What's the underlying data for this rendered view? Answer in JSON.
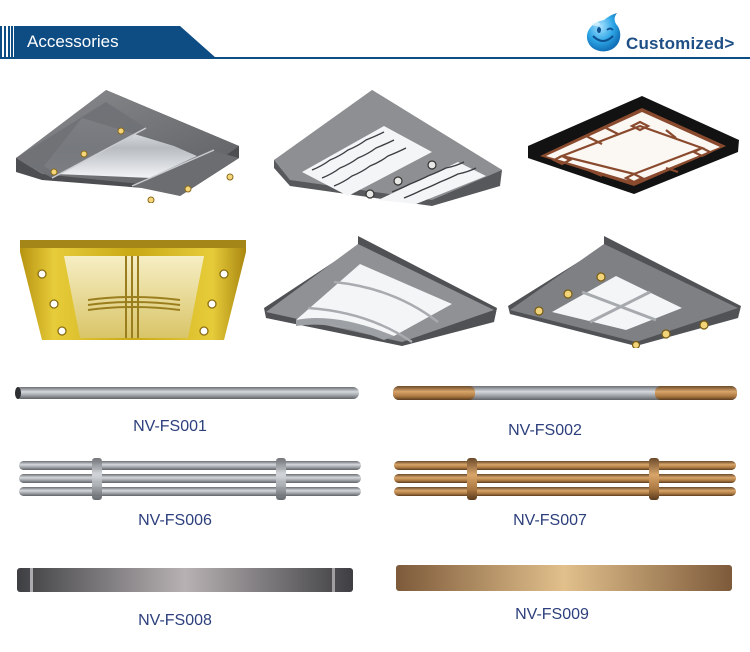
{
  "header": {
    "title": "Accessories",
    "customized_label": "Customized>",
    "mascot_icon": "smiling-water-drop-icon",
    "brand_color": "#0e4c84",
    "link_color": "#1e4f86"
  },
  "ceilings": [
    {
      "row": 1,
      "col": 1,
      "style": "stainless steel with mirror side panels, curved white light panel, 6 gold spotlights"
    },
    {
      "row": 1,
      "col": 2,
      "style": "grey frame with twisted-rope light panels and 3 center spotlights"
    },
    {
      "row": 1,
      "col": 3,
      "style": "black frame with rose-gold lattice light panel"
    },
    {
      "row": 2,
      "col": 1,
      "style": "gold finish with center light panel, striped cross, 6 spotlights"
    },
    {
      "row": 2,
      "col": 2,
      "style": "grey frame with curved white light panel"
    },
    {
      "row": 2,
      "col": 3,
      "style": "stainless steel with 4-pane cross light panel, 6 gold spotlights"
    }
  ],
  "handrails": [
    {
      "code": "NV-FS001",
      "type": "single round bar",
      "finish": "stainless steel"
    },
    {
      "code": "NV-FS002",
      "type": "single round bar",
      "finish": "rose gold ends with stainless center"
    },
    {
      "code": "NV-FS006",
      "type": "triple round bars with clamps",
      "finish": "stainless steel"
    },
    {
      "code": "NV-FS007",
      "type": "triple round bars with clamps",
      "finish": "rose gold"
    },
    {
      "code": "NV-FS008",
      "type": "flat bar",
      "finish": "brushed dark stainless"
    },
    {
      "code": "NV-FS009",
      "type": "flat bar",
      "finish": "rose gold"
    }
  ]
}
